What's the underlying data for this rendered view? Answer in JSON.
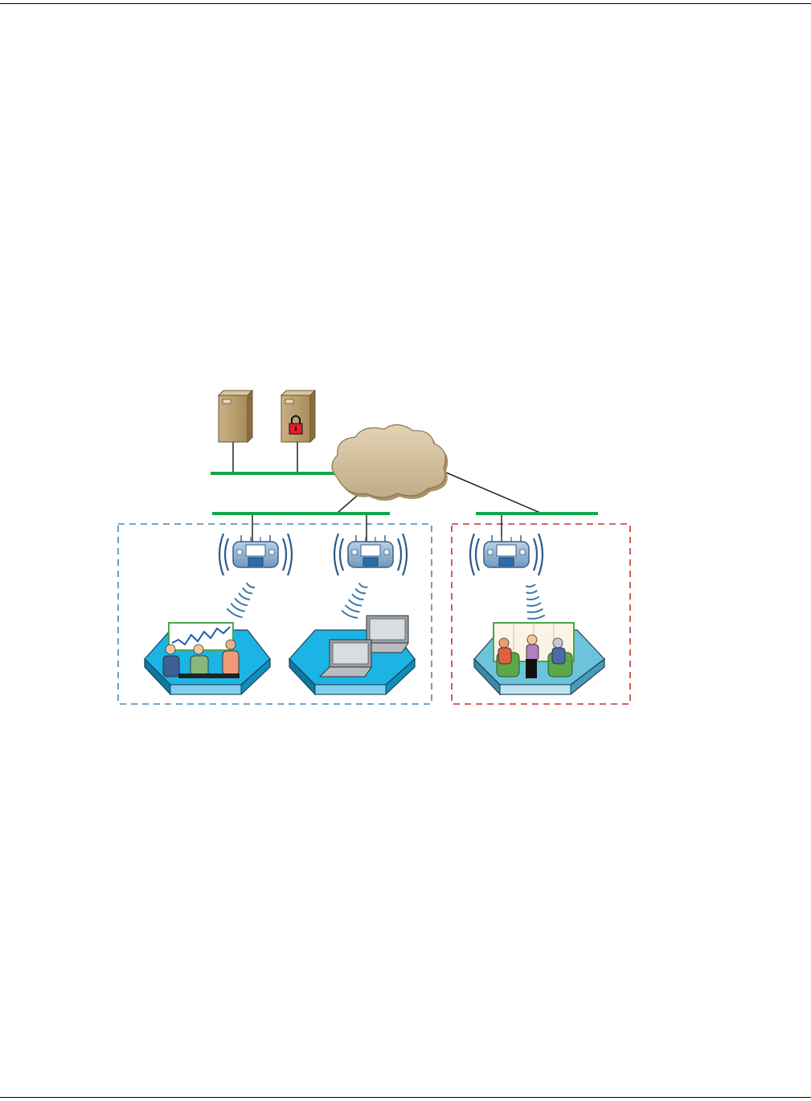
{
  "page": {
    "header_rule": true,
    "footer_rule": true
  },
  "diagram": {
    "type": "wireless network topology",
    "nodes": [
      {
        "id": "server",
        "icon": "server-icon"
      },
      {
        "id": "auth-server",
        "icon": "locked-server-icon"
      },
      {
        "id": "cloud",
        "icon": "network-cloud-icon"
      },
      {
        "id": "ap-1",
        "icon": "wireless-access-point-icon"
      },
      {
        "id": "ap-2",
        "icon": "wireless-access-point-icon"
      },
      {
        "id": "ap-3",
        "icon": "wireless-access-point-icon"
      },
      {
        "id": "zone-presentation",
        "icon": "presentation-meeting-icon"
      },
      {
        "id": "zone-laptops",
        "icon": "laptops-icon"
      },
      {
        "id": "zone-lounge",
        "icon": "lounge-meeting-icon"
      }
    ],
    "groups": [
      {
        "id": "group-blue",
        "members": [
          "ap-1",
          "ap-2",
          "zone-presentation",
          "zone-laptops"
        ],
        "border_color": "#4a86b0"
      },
      {
        "id": "group-red",
        "members": [
          "ap-3",
          "zone-lounge"
        ],
        "border_color": "#c83232"
      }
    ],
    "colors": {
      "bus": "#10a84c",
      "cloud": "#d6c4a4",
      "server": "#b69a6a",
      "zone_fill": "#1cb4e4",
      "zone_fill_light": "#6cc4dc",
      "ap_body": "#8fb4d6"
    }
  }
}
